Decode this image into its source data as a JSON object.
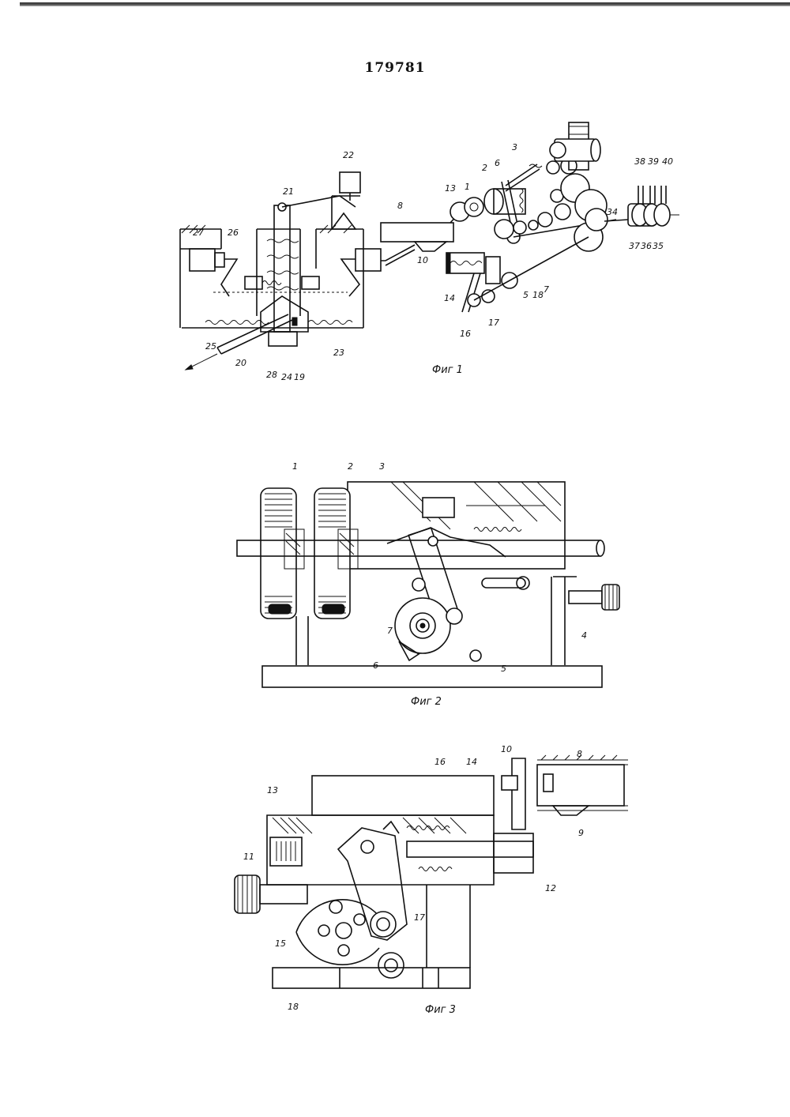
{
  "document": {
    "patent_number": "179781"
  },
  "figures": [
    {
      "id": "fig1",
      "caption": "Фиг 1",
      "reference_numerals": [
        "22",
        "21",
        "27",
        "26",
        "25",
        "20",
        "28",
        "24",
        "19",
        "23",
        "8",
        "13",
        "1",
        "2",
        "6",
        "3",
        "10",
        "14",
        "16",
        "17",
        "5",
        "18",
        "7",
        "34",
        "38",
        "39",
        "40",
        "37",
        "36",
        "35"
      ]
    },
    {
      "id": "fig2",
      "caption": "Фиг 2",
      "reference_numerals": [
        "1",
        "2",
        "3",
        "7",
        "6",
        "4",
        "5"
      ]
    },
    {
      "id": "fig3",
      "caption": "Фиг 3",
      "reference_numerals": [
        "10",
        "8",
        "13",
        "16",
        "14",
        "11",
        "9",
        "12",
        "17",
        "15",
        "18"
      ]
    }
  ]
}
